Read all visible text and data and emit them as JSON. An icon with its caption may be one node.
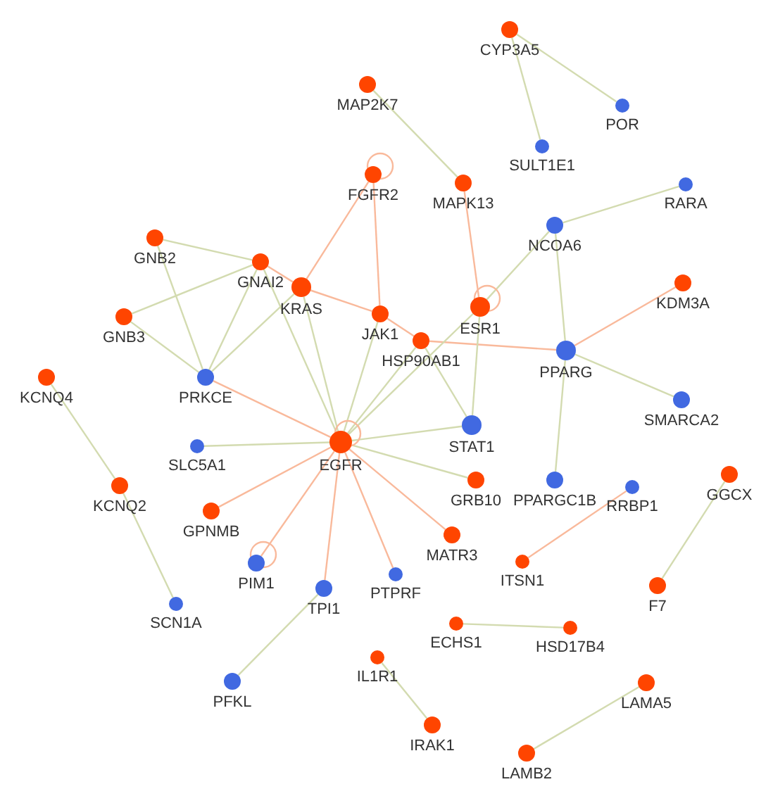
{
  "diagram": {
    "nodes": [
      {
        "text": [
          "CYP3A5"
        ]
      },
      {
        "text": [
          "MAP2K7"
        ]
      },
      {
        "text": [
          "POR"
        ]
      },
      {
        "text": [
          "SULT1E1"
        ]
      },
      {
        "text": [
          "FGFR2"
        ]
      },
      {
        "text": [
          "MAPK13"
        ]
      },
      {
        "text": [
          "RARA"
        ]
      },
      {
        "text": [
          "NCOA6"
        ]
      },
      {
        "text": [
          "GNB2"
        ]
      },
      {
        "text": [
          "GNAI2"
        ]
      },
      {
        "text": [
          "KDM3A"
        ]
      },
      {
        "text": [
          "KRAS"
        ]
      },
      {
        "text": [
          "JAK1"
        ]
      },
      {
        "text": [
          "ESR1"
        ]
      },
      {
        "text": [
          "HSP90AB1"
        ]
      },
      {
        "text": [
          "GNB3"
        ]
      },
      {
        "text": [
          "PPARG"
        ]
      },
      {
        "text": [
          "KCNQ4"
        ]
      },
      {
        "text": [
          "PRKCE"
        ]
      },
      {
        "text": [
          "SMARCA2"
        ]
      },
      {
        "text": [
          "EGFR"
        ]
      },
      {
        "text": [
          "STAT1"
        ]
      },
      {
        "text": [
          "SLC5A1"
        ]
      },
      {
        "text": [
          "GRB10"
        ]
      },
      {
        "text": [
          "PPARGC1B"
        ]
      },
      {
        "text": [
          "RRBP1"
        ]
      },
      {
        "text": [
          "GGCX"
        ]
      },
      {
        "text": [
          "KCNQ2"
        ]
      },
      {
        "text": [
          "GPNMB"
        ]
      },
      {
        "text": [
          "MATR3"
        ]
      },
      {
        "text": [
          "ITSN1"
        ]
      },
      {
        "text": [
          "PIM1"
        ]
      },
      {
        "text": [
          "TPI1"
        ]
      },
      {
        "text": [
          "PTPRF"
        ]
      },
      {
        "text": [
          "F7"
        ]
      },
      {
        "text": [
          "SCN1A"
        ]
      },
      {
        "text": [
          "ECHS1"
        ]
      },
      {
        "text": [
          "HSD17B4"
        ]
      },
      {
        "text": [
          "IL1R1"
        ]
      },
      {
        "text": [
          "PFKL"
        ]
      },
      {
        "text": [
          "LAMA5"
        ]
      },
      {
        "text": [
          "IRAK1"
        ]
      },
      {
        "text": [
          "LAMB2"
        ]
      }
    ],
    "edges": [
      {
        "from": 0,
        "to": 2,
        "arrow": "none"
      },
      {
        "from": 0,
        "to": 3,
        "arrow": "none"
      },
      {
        "from": 1,
        "to": 5,
        "arrow": "none"
      },
      {
        "from": 5,
        "to": 13,
        "arrow": "none",
        "color": "#f9b99b"
      },
      {
        "from": 4,
        "to": 4,
        "arrow": "none",
        "color": "#f9b99b"
      },
      {
        "from": 4,
        "to": 11,
        "arrow": "none",
        "color": "#f9b99b"
      },
      {
        "from": 4,
        "to": 12,
        "arrow": "none",
        "color": "#f9b99b"
      },
      {
        "from": 7,
        "to": 6,
        "arrow": "none"
      },
      {
        "from": 7,
        "to": 13,
        "arrow": "none"
      },
      {
        "from": 7,
        "to": 16,
        "arrow": "none"
      },
      {
        "from": 16,
        "to": 10,
        "arrow": "none",
        "color": "#f9b99b"
      },
      {
        "from": 16,
        "to": 19,
        "arrow": "none"
      },
      {
        "from": 16,
        "to": 24,
        "arrow": "none"
      },
      {
        "from": 14,
        "to": 16,
        "arrow": "none",
        "color": "#f9b99b"
      },
      {
        "from": 13,
        "to": 13,
        "arrow": "none",
        "color": "#f9b99b"
      },
      {
        "from": 13,
        "to": 21,
        "arrow": "none"
      },
      {
        "from": 14,
        "to": 21,
        "arrow": "none"
      },
      {
        "from": 13,
        "to": 20,
        "arrow": "none"
      },
      {
        "from": 9,
        "to": 11,
        "arrow": "none",
        "color": "#f9b99b"
      },
      {
        "from": 11,
        "to": 12,
        "arrow": "none",
        "color": "#f9b99b"
      },
      {
        "from": 12,
        "to": 14,
        "arrow": "none",
        "color": "#f9b99b"
      },
      {
        "from": 8,
        "to": 9,
        "arrow": "none"
      },
      {
        "from": 8,
        "to": 18,
        "arrow": "none"
      },
      {
        "from": 9,
        "to": 15,
        "arrow": "none"
      },
      {
        "from": 9,
        "to": 18,
        "arrow": "none"
      },
      {
        "from": 15,
        "to": 18,
        "arrow": "none"
      },
      {
        "from": 18,
        "to": 11,
        "arrow": "none"
      },
      {
        "from": 9,
        "to": 20,
        "arrow": "none"
      },
      {
        "from": 11,
        "to": 20,
        "arrow": "none"
      },
      {
        "from": 12,
        "to": 20,
        "arrow": "none"
      },
      {
        "from": 14,
        "to": 20,
        "arrow": "none"
      },
      {
        "from": 21,
        "to": 20,
        "arrow": "none"
      },
      {
        "from": 22,
        "to": 20,
        "arrow": "none"
      },
      {
        "from": 23,
        "to": 20,
        "arrow": "none"
      },
      {
        "from": 20,
        "to": 20,
        "arrow": "none",
        "color": "#f9b99b"
      },
      {
        "from": 20,
        "to": 18,
        "arrow": "none",
        "color": "#f9b99b"
      },
      {
        "from": 20,
        "to": 28,
        "arrow": "none",
        "color": "#f9b99b"
      },
      {
        "from": 20,
        "to": 31,
        "arrow": "none",
        "color": "#f9b99b"
      },
      {
        "from": 20,
        "to": 32,
        "arrow": "none",
        "color": "#f9b99b"
      },
      {
        "from": 20,
        "to": 33,
        "arrow": "none",
        "color": "#f9b99b"
      },
      {
        "from": 20,
        "to": 29,
        "arrow": "none",
        "color": "#f9b99b"
      },
      {
        "from": 31,
        "to": 31,
        "arrow": "none",
        "color": "#f9b99b"
      },
      {
        "from": 17,
        "to": 27,
        "arrow": "none"
      },
      {
        "from": 27,
        "to": 35,
        "arrow": "none"
      },
      {
        "from": 32,
        "to": 39,
        "arrow": "none"
      },
      {
        "from": 38,
        "to": 41,
        "arrow": "none"
      },
      {
        "from": 36,
        "to": 37,
        "arrow": "none"
      },
      {
        "from": 40,
        "to": 42,
        "arrow": "none"
      },
      {
        "from": 26,
        "to": 34,
        "arrow": "none"
      },
      {
        "from": 25,
        "to": 30,
        "arrow": "none",
        "color": "#f9b99b"
      }
    ]
  }
}
